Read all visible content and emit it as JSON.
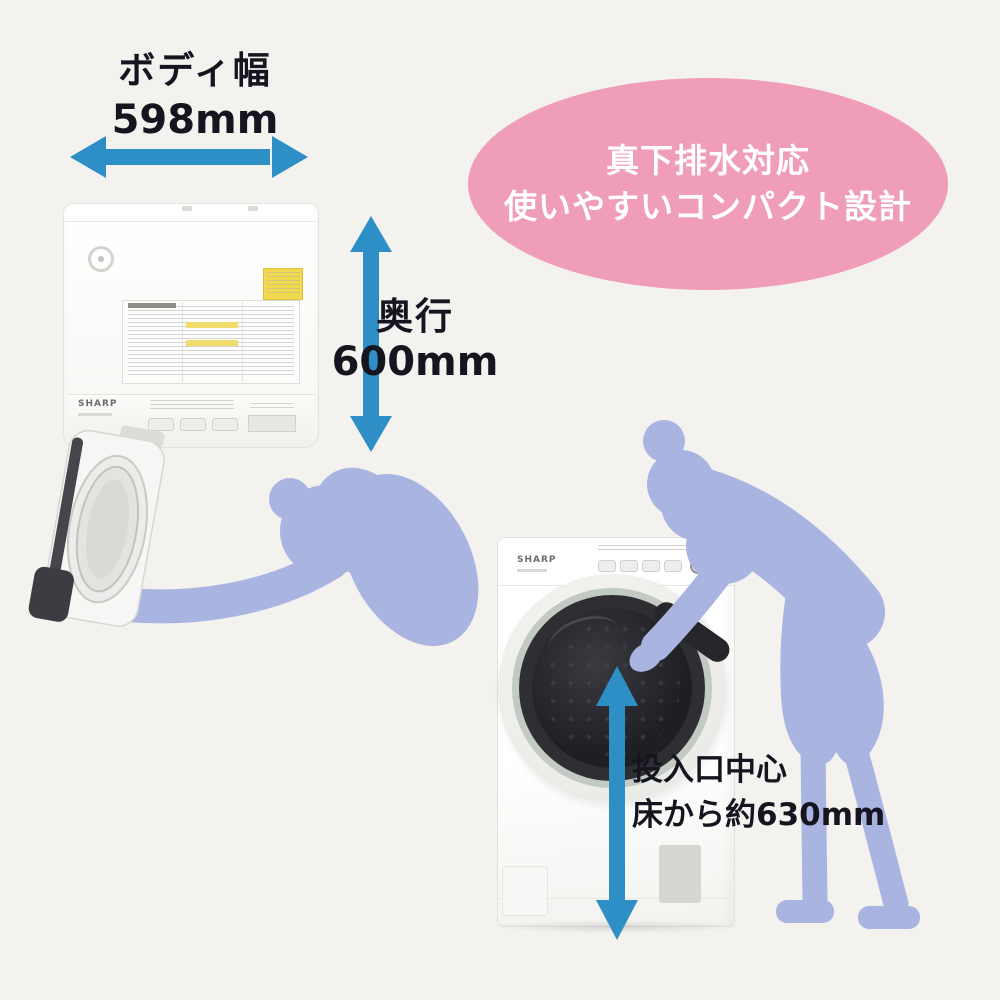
{
  "colors": {
    "background": "#f3f2ef",
    "arrow_blue": "#2e8ec6",
    "label_text": "#15151f",
    "badge_background": "#f09db9",
    "badge_text": "#ffffff",
    "silhouette_blue": "#a9b5e0",
    "machine_white": "#ffffff"
  },
  "top_view": {
    "brand": "SHARP",
    "width_title": "ボディ幅",
    "width_value": "598mm",
    "depth_title": "奥行",
    "depth_value": "600mm"
  },
  "badge": {
    "line1": "真下排水対応",
    "line2": "使いやすいコンパクト設計"
  },
  "front_view": {
    "brand": "SHARP",
    "port_line1": "投入口中心",
    "port_line2": "床から約630mm"
  }
}
